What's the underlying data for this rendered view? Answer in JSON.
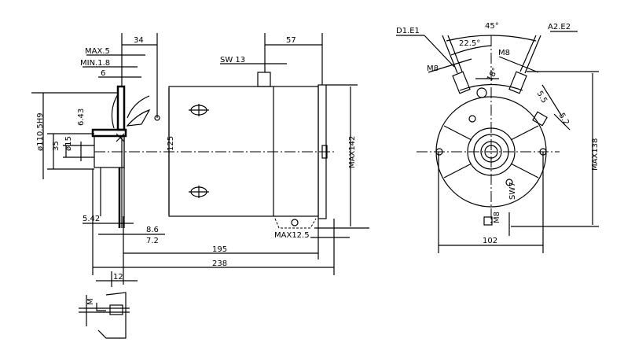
{
  "side_view": {
    "dims": {
      "d34": "34",
      "d57": "57",
      "max5": "MAX.5",
      "min18": "MIN.1.8",
      "d6": "6",
      "sw13": "SW 13",
      "phi110": "ø110.5H9",
      "d643": "6.43",
      "d35": "35",
      "phi15": "ø15",
      "d125": "125",
      "max142": "MAX142",
      "d542": "5.42",
      "d86": "8.6",
      "d72": "7.2",
      "max125": "MAX12.5",
      "d195": "195",
      "d238": "238",
      "d12": "12",
      "m": "M"
    }
  },
  "end_view": {
    "dims": {
      "d1e1": "D1.E1",
      "a2e2": "A2.E2",
      "a45": "45°",
      "a225": "22.5°",
      "m8a": "M8",
      "m8b": "M8",
      "a18": "18°",
      "d55": "5.5",
      "d52": "5.2",
      "max138": "MAX138",
      "sw7": "SW7",
      "m8c": "M8",
      "d102": "102"
    }
  }
}
